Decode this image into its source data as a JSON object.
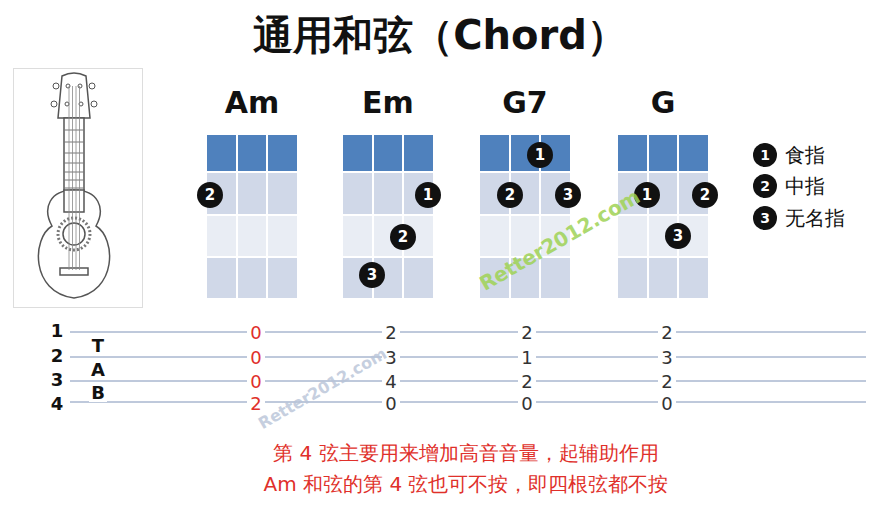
{
  "diagram": {
    "title": "通用和弦（Chord）",
    "nodes": [
      {
        "text": [
          "Am"
        ]
      },
      {
        "text": [
          "2"
        ],
        "in": 0
      },
      {
        "text": [
          "Em"
        ]
      },
      {
        "text": [
          "1"
        ],
        "in": 2
      },
      {
        "text": [
          "2"
        ],
        "in": 2
      },
      {
        "text": [
          "3"
        ],
        "in": 2
      },
      {
        "text": [
          "G7"
        ]
      },
      {
        "text": [
          "1"
        ],
        "in": 6
      },
      {
        "text": [
          "2"
        ],
        "in": 6
      },
      {
        "text": [
          "3"
        ],
        "in": 6
      },
      {
        "text": [
          "G"
        ]
      },
      {
        "text": [
          "1"
        ],
        "in": 10
      },
      {
        "text": [
          "2"
        ],
        "in": 10
      },
      {
        "text": [
          "3"
        ],
        "in": 10
      }
    ],
    "labels": [
      "1",
      "2",
      "3",
      "Retter2012.com",
      "1",
      "2",
      "3",
      "4",
      "T",
      "A",
      "B",
      "0",
      "2",
      "2",
      "2",
      "0",
      "3",
      "1",
      "3",
      "0",
      "4",
      "2",
      "2",
      "2",
      "0",
      "0",
      "0",
      "Retter2012.com",
      "第 4 弦主要用来增加高音音量，起辅助作用",
      "Am 和弦的第 4 弦也可不按，即四根弦都不按"
    ],
    "legend": [
      {
        "text": "食指"
      },
      {
        "text": "中指"
      },
      {
        "text": "无名指"
      }
    ]
  }
}
